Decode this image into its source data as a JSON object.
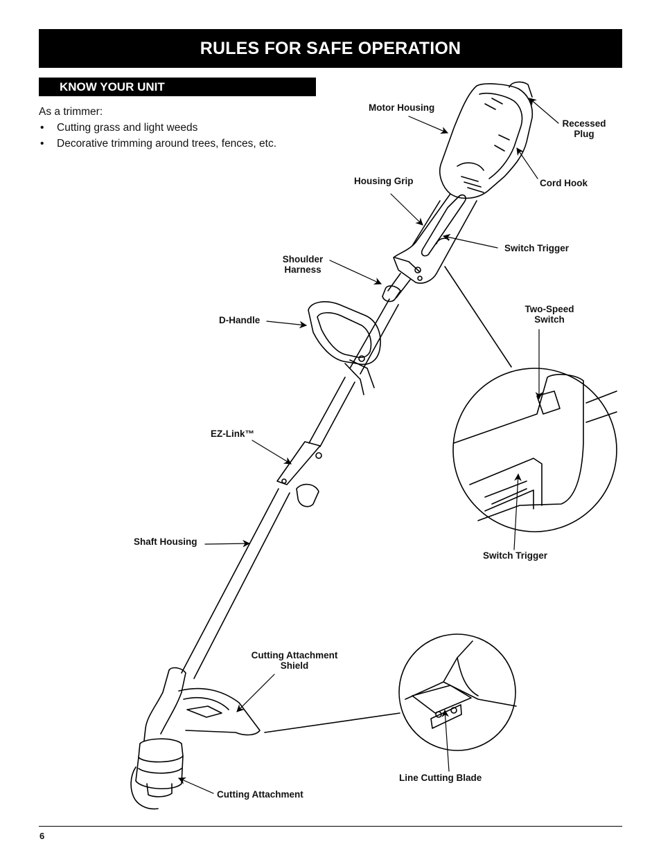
{
  "header": {
    "title": "RULES FOR SAFE OPERATION"
  },
  "section": {
    "title": "KNOW YOUR UNIT"
  },
  "intro": {
    "lead": "As a trimmer:",
    "bullets": [
      "Cutting grass and light weeds",
      "Decorative trimming around trees, fences, etc."
    ]
  },
  "labels": {
    "motor_housing": "Motor Housing",
    "recessed_plug_1": "Recessed",
    "recessed_plug_2": "Plug",
    "cord_hook": "Cord Hook",
    "housing_grip": "Housing Grip",
    "switch_trigger_top": "Switch Trigger",
    "shoulder_harness_1": "Shoulder",
    "shoulder_harness_2": "Harness",
    "two_speed_1": "Two-Speed",
    "two_speed_2": "Switch",
    "d_handle": "D-Handle",
    "ez_link": "EZ-Link™",
    "switch_trigger_detail": "Switch Trigger",
    "shaft_housing": "Shaft Housing",
    "cutting_shield_1": "Cutting Attachment",
    "cutting_shield_2": "Shield",
    "line_cutting_blade": "Line Cutting Blade",
    "cutting_attachment": "Cutting Attachment"
  },
  "footer": {
    "page_number": "6"
  }
}
